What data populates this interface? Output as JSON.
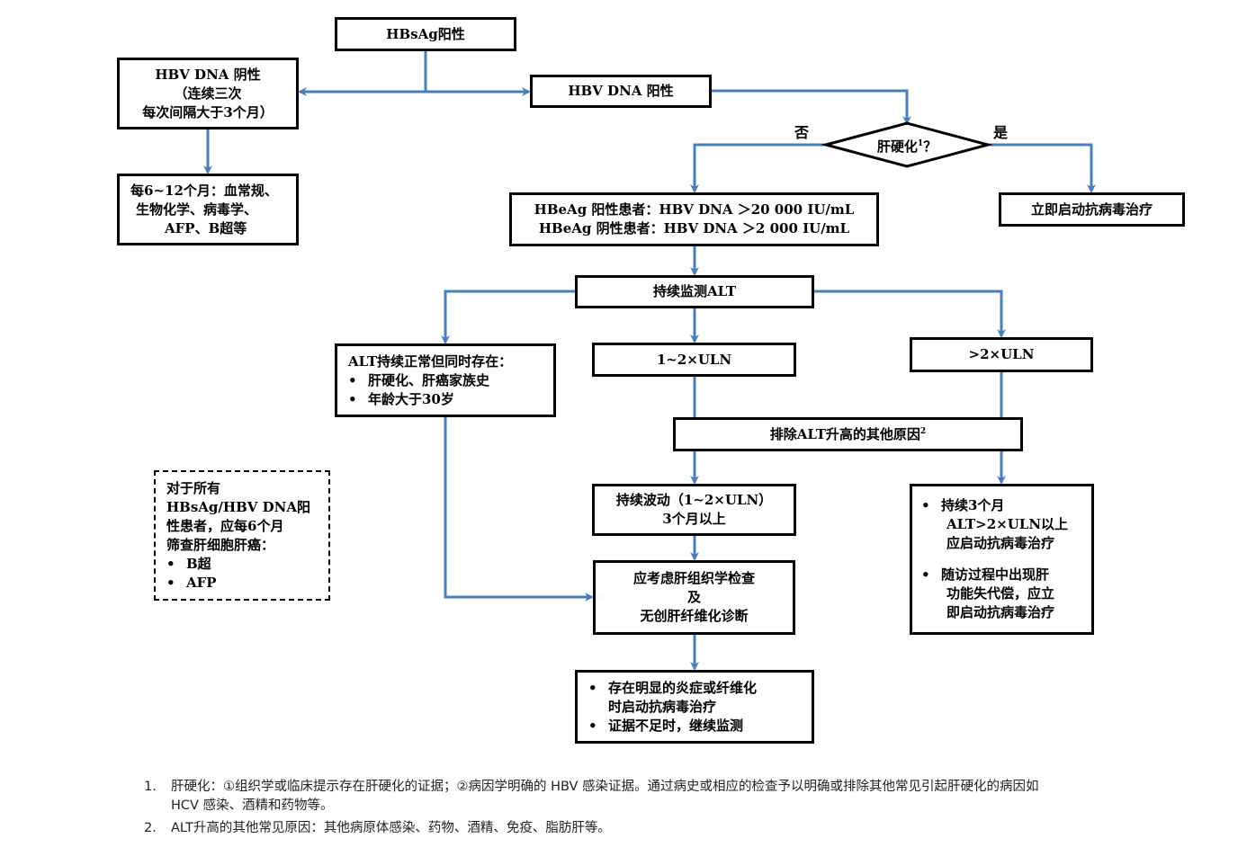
{
  "nodes": {
    "hbsag_positive": "HBsAg阳性",
    "hbv_dna_negative": [
      "HBV DNA 阴性",
      "（连续三次",
      "每次间隔大于3个月）"
    ],
    "hbv_dna_positive": "HBV DNA 阳性",
    "periodic_tests": [
      "每6~12个月：血常规、",
      "生物化学、病毒学、",
      "AFP、B超等"
    ],
    "cirrhosis_question": "肝硬化",
    "cirrhosis_sup": "1",
    "cirrhosis_qmark": "？",
    "no_label": "否",
    "yes_label": "是",
    "hbeag_criteria": [
      "HBeAg 阳性患者：HBV DNA ＞20 000 IU/mL",
      "HBeAg 阴性患者：HBV DNA ＞2 000 IU/mL"
    ],
    "start_antiviral_now": "立即启动抗病毒治疗",
    "monitor_alt": "持续监测ALT",
    "alt_normal_title": "ALT持续正常但同时存在：",
    "alt_normal_bullets": [
      "肝硬化、肝癌家族史",
      "年龄大于30岁"
    ],
    "alt_1_2_uln": "1~2×ULN",
    "alt_gt2_uln": ">2×ULN",
    "exclude_causes": "排除ALT升高的其他原因",
    "exclude_sup": "2",
    "fluctuating": [
      "持续波动（1~2×ULN）",
      "3个月以上"
    ],
    "consider_biopsy": [
      "应考虑肝组织学检查",
      "及",
      "无创肝纤维化诊断"
    ],
    "gt2_bullet1": [
      "持续3个月",
      "ALT>2×ULN以上",
      "应启动抗病毒治疗"
    ],
    "gt2_bullet2": [
      "随访过程中出现肝",
      "功能失代偿，应立",
      "即启动抗病毒治疗"
    ],
    "final_bullet1": [
      "存在明显的炎症或纤维化",
      "时启动抗病毒治疗"
    ],
    "final_bullet2": "证据不足时，继续监测",
    "bullet_char": "•"
  },
  "screening_note": {
    "lines": [
      "对于所有",
      "HBsAg/HBV DNA阳",
      "性患者，应每6个月",
      "筛查肝细胞肝癌："
    ],
    "bullets": [
      "B超",
      "AFP"
    ]
  },
  "footnotes": [
    {
      "num": "1.",
      "text": "肝硬化：①组织学或临床提示存在肝硬化的证据；②病因学明确的 HBV 感染证据。通过病史或相应的检查予以明确或排除其他常见引起肝硬化的病因如 HCV 感染、酒精和药物等。"
    },
    {
      "num": "2.",
      "text": "ALT升高的其他常见原因：其他病原体感染、药物、酒精、免疫、脂肪肝等。"
    }
  ],
  "colors": {
    "arrow": "#4a7ebb",
    "border": "#000000"
  }
}
